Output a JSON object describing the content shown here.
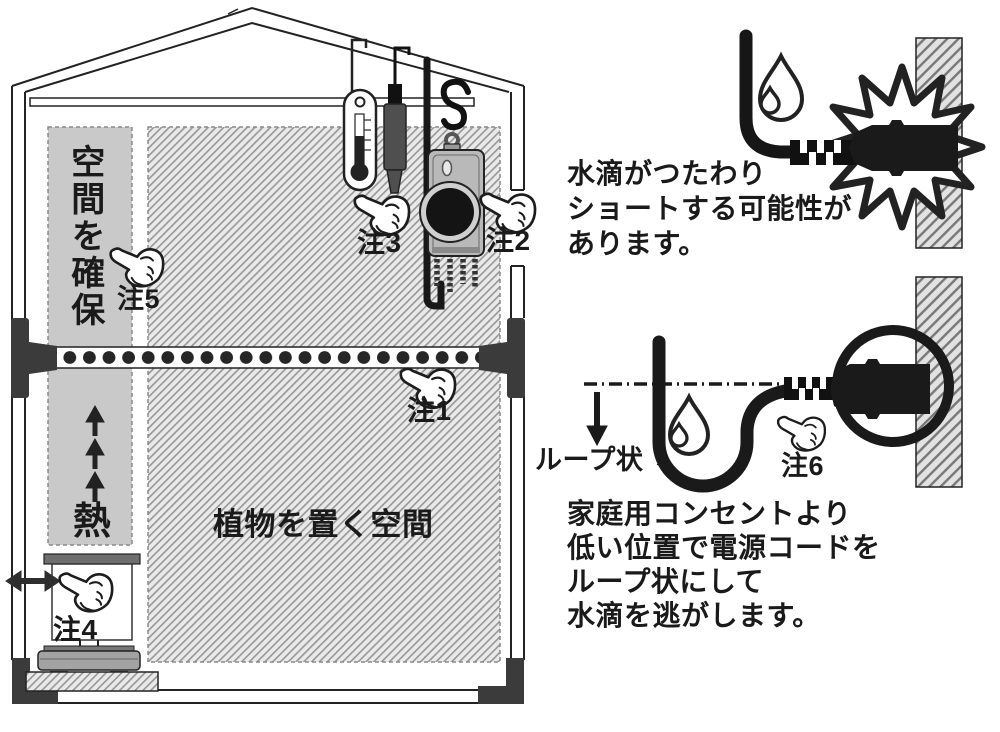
{
  "greenhouse": {
    "space_label": "空間を確保",
    "heat_label": "熱",
    "plants_label": "植物を置く空間"
  },
  "notes": {
    "n1": "注1",
    "n2": "注2",
    "n3": "注3",
    "n4": "注4",
    "n5": "注5",
    "n6": "注6"
  },
  "drip_warning": {
    "lines": [
      "水滴がつたわり",
      "ショートする可能性が",
      "あります。"
    ]
  },
  "loop_instruction": {
    "loop_label": "ループ状 →",
    "lines": [
      "家庭用コンセントより",
      "低い位置で電源コードを",
      "ループ状にして",
      "水滴を逃がします。"
    ]
  },
  "colors": {
    "ink": "#1a1a1a",
    "panel_gray": "#c9c9c9",
    "device_gray": "#b9b9b9",
    "bracket_dark": "#3b3b3b"
  }
}
